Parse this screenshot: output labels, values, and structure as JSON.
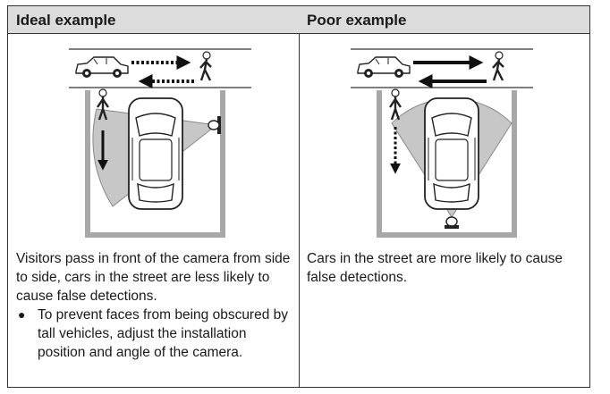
{
  "left": {
    "header": "Ideal example",
    "body": "Visitors pass in front of the camera from side to side, cars in the street are less likely to cause false detections.",
    "bullet": "To prevent faces from being obscured by tall vehicles, adjust the installation position and angle of the camera."
  },
  "right": {
    "header": "Poor example",
    "body": "Cars in the street are more likely to cause false detections."
  },
  "colors": {
    "header_bg": "#dcdcdc",
    "detection_area": "#bdbdbd",
    "garage_wall": "#a8a8a8",
    "outline": "#222222"
  },
  "icons": [
    "car-icon",
    "pedestrian-icon",
    "camera-icon",
    "dotted-arrow-icon",
    "solid-arrow-icon"
  ]
}
